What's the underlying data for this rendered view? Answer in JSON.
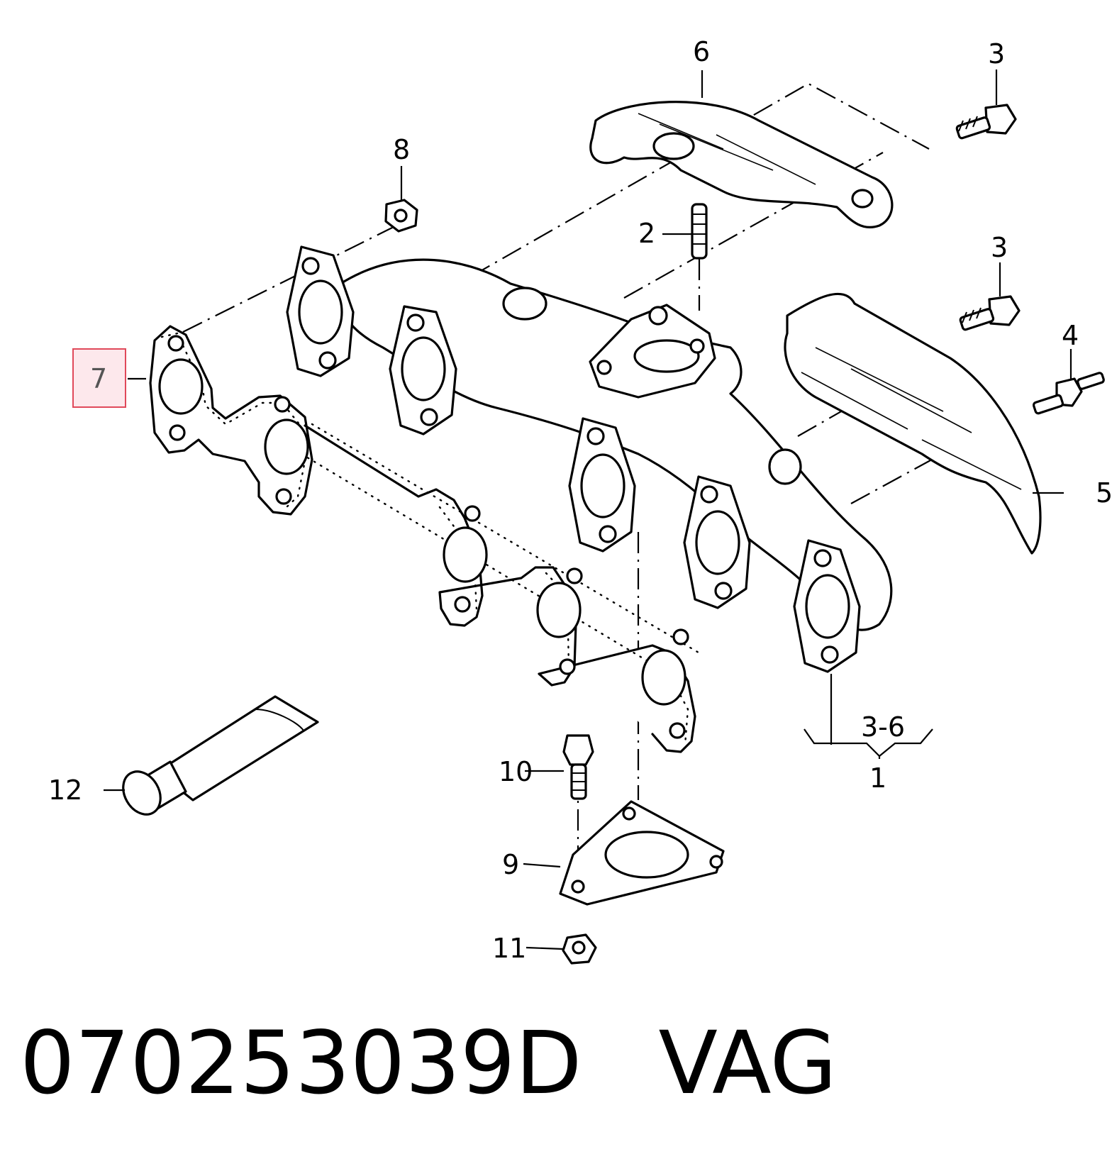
{
  "callouts": {
    "c1": "1",
    "c2": "2",
    "c3a": "3",
    "c3b": "3",
    "c3_6": "3-6",
    "c4": "4",
    "c5": "5",
    "c6": "6",
    "c7": "7",
    "c8": "8",
    "c9": "9",
    "c10": "10",
    "c11": "11",
    "c12": "12"
  },
  "selected_callout": "7",
  "footer": {
    "part_number": "070253039D",
    "brand": "VAG"
  },
  "colors": {
    "line": "#000000",
    "background": "#ffffff",
    "highlight_border": "#e0495a",
    "highlight_fill": "#fde8ec"
  }
}
